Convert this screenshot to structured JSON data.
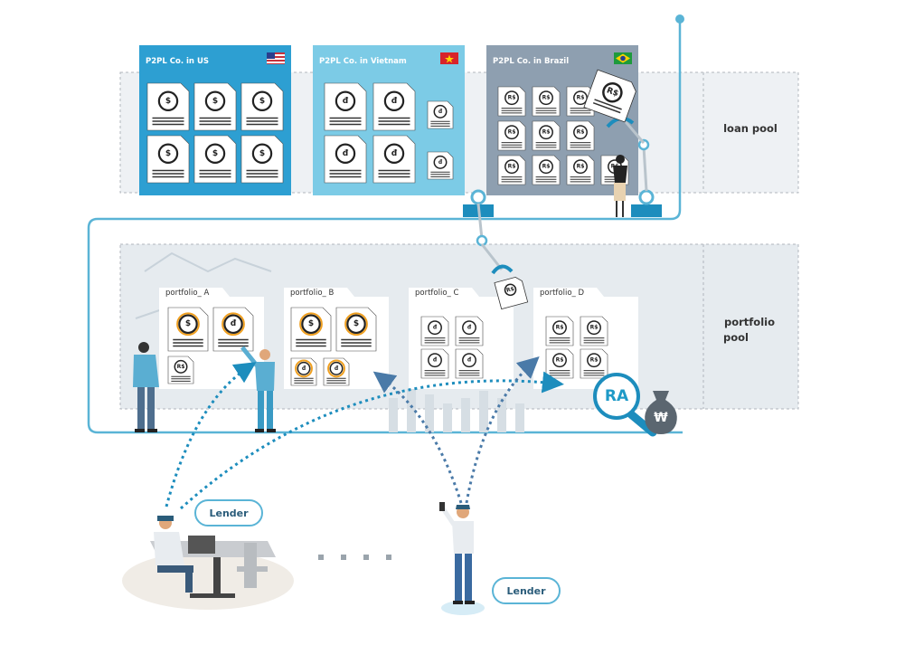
{
  "companies": [
    {
      "name": "P2PL Co. in US",
      "currency": "$",
      "flag": "us-flag-icon"
    },
    {
      "name": "P2PL Co. in Vietnam",
      "currency": "đ",
      "flag": "vietnam-flag-icon"
    },
    {
      "name": "P2PL Co. in Brazil",
      "currency": "R$",
      "flag": "brazil-flag-icon"
    }
  ],
  "portfolios": [
    {
      "name": "portfolio_ A"
    },
    {
      "name": "portfolio_ B"
    },
    {
      "name": "portfolio_ C"
    },
    {
      "name": "portfolio_ D"
    }
  ],
  "pools": {
    "loan_pool": "loan pool",
    "portfolio_pool_line1": "portfolio",
    "portfolio_pool_line2": "pool"
  },
  "lenders": [
    "Lender",
    "Lender"
  ],
  "ra_label": "RA",
  "won_symbol": "₩",
  "colors": {
    "us_panel": "#2d9fd2",
    "vietnam_panel": "#7ccbe6",
    "brazil_panel": "#8e9fb0",
    "accent": "#5ab4d6",
    "arrow": "#1d8dbd",
    "arrow_alt": "#4a7aa8"
  }
}
